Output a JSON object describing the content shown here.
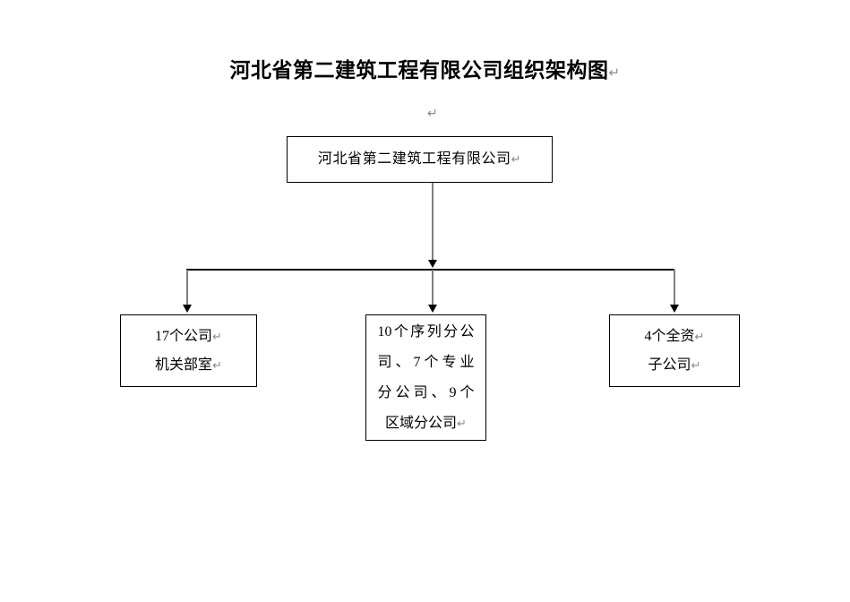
{
  "document": {
    "title_text": "河北省第二建筑工程有限公司组织架构图",
    "title_paragraph_mark": "↵",
    "empty_paragraph_mark": "↵",
    "background_color": "#ffffff",
    "box_border_color": "#000000",
    "connector_color": "#7f7f7f",
    "bar_color": "#000000",
    "paragraph_mark_color": "#8a8a8a"
  },
  "chart_data": {
    "type": "diagram",
    "title": "河北省第二建筑工程有限公司组织架构图",
    "root": {
      "id": "root",
      "label": "河北省第二建筑工程有限公司",
      "paragraph_mark": "↵"
    },
    "children": [
      {
        "id": "departments",
        "lines": [
          "17个公司",
          "机关部室"
        ],
        "paragraph_mark": "↵",
        "count": 17,
        "unit": "个",
        "category": "公司机关部室"
      },
      {
        "id": "branches",
        "lines": [
          "10个序列分公",
          "司、7个专业",
          "分公司、9个",
          "区域分公司"
        ],
        "full_text": "10个序列分公司、7个专业分公司、9个区域分公司",
        "paragraph_mark": "↵",
        "breakdown": [
          {
            "count": 10,
            "category": "序列分公司"
          },
          {
            "count": 7,
            "category": "专业分公司"
          },
          {
            "count": 9,
            "category": "区域分公司"
          }
        ]
      },
      {
        "id": "subsidiaries",
        "lines": [
          "4个全资",
          "子公司"
        ],
        "paragraph_mark": "↵",
        "count": 4,
        "category": "全资子公司"
      }
    ]
  }
}
